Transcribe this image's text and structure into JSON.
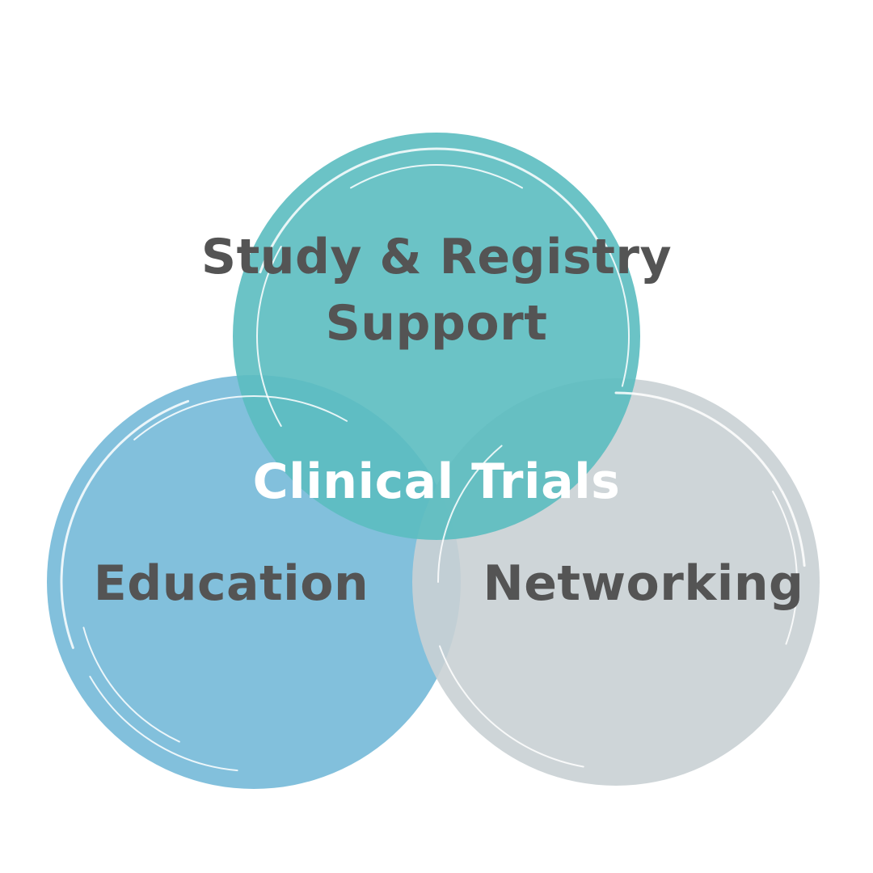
{
  "diagram": {
    "type": "venn",
    "sets": [
      {
        "id": "top",
        "label_lines": [
          "Study & Registry",
          "Support"
        ],
        "color": "#5bbcc0",
        "opacity": 0.9
      },
      {
        "id": "left",
        "label_lines": [
          "Education"
        ],
        "color": "#74b9d8",
        "opacity": 0.9
      },
      {
        "id": "right",
        "label_lines": [
          "Networking"
        ],
        "color": "#c9d0d4",
        "opacity": 0.9
      }
    ],
    "center_label": "Clinical Trials",
    "colors": {
      "label_dark": "#545454",
      "label_light": "#ffffff",
      "background": "#ffffff"
    }
  }
}
